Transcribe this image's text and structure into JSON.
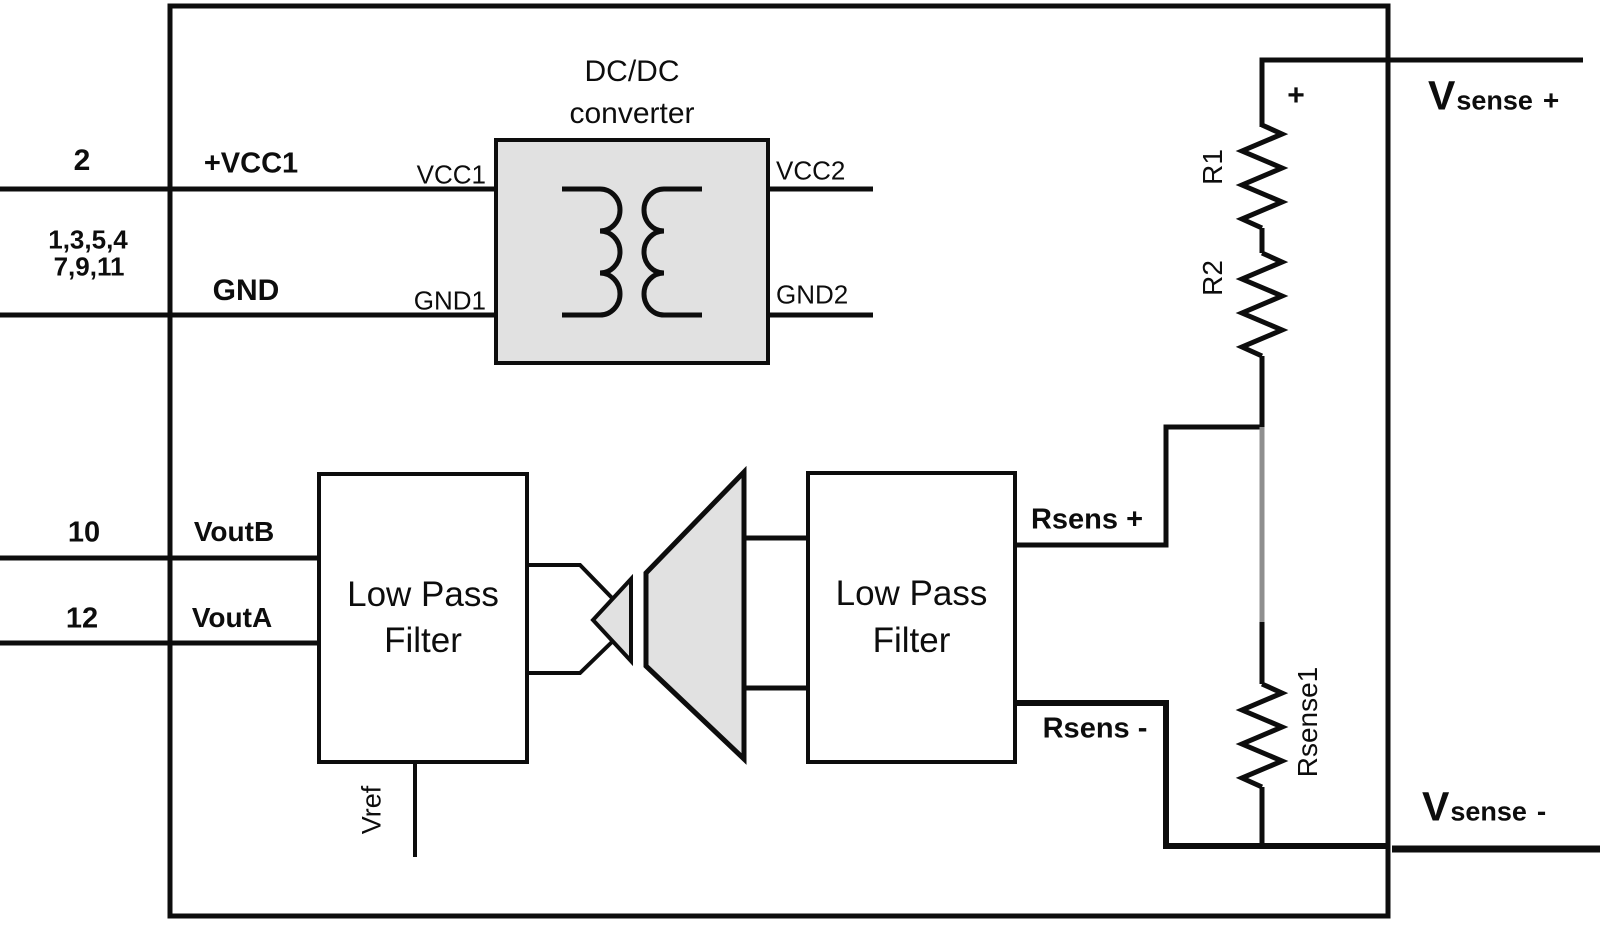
{
  "colors": {
    "line": "#0d0d0d",
    "block_fill": "#e1e1e1",
    "wire_gray": "#8f8f8f",
    "background": "#ffffff"
  },
  "left_pins": {
    "pin2": {
      "number": "2",
      "label": "+VCC1"
    },
    "gnd": {
      "numbers_line1": "1,3,5,4",
      "numbers_line2": "7,9,11",
      "label": "GND"
    },
    "pin10": {
      "number": "10",
      "label": "VoutB"
    },
    "pin12": {
      "number": "12",
      "label": "VoutA"
    }
  },
  "dcdc": {
    "title_line1": "DC/DC",
    "title_line2": "converter",
    "port_vcc1": "VCC1",
    "port_gnd1": "GND1",
    "port_vcc2": "VCC2",
    "port_gnd2": "GND2"
  },
  "filters": {
    "line1": "Low Pass",
    "line2": "Filter"
  },
  "vref_label": "Vref",
  "resistors": {
    "r1": "R1",
    "r2": "R2",
    "rsense1": "Rsense1"
  },
  "sense": {
    "plus_mark": "+",
    "rsens_plus": "Rsens +",
    "rsens_minus": "Rsens -",
    "vsense_plus": {
      "v": "V",
      "sub": "sense",
      "sign": "+"
    },
    "vsense_minus": {
      "v": "V",
      "sub": "sense",
      "sign": "-"
    }
  }
}
